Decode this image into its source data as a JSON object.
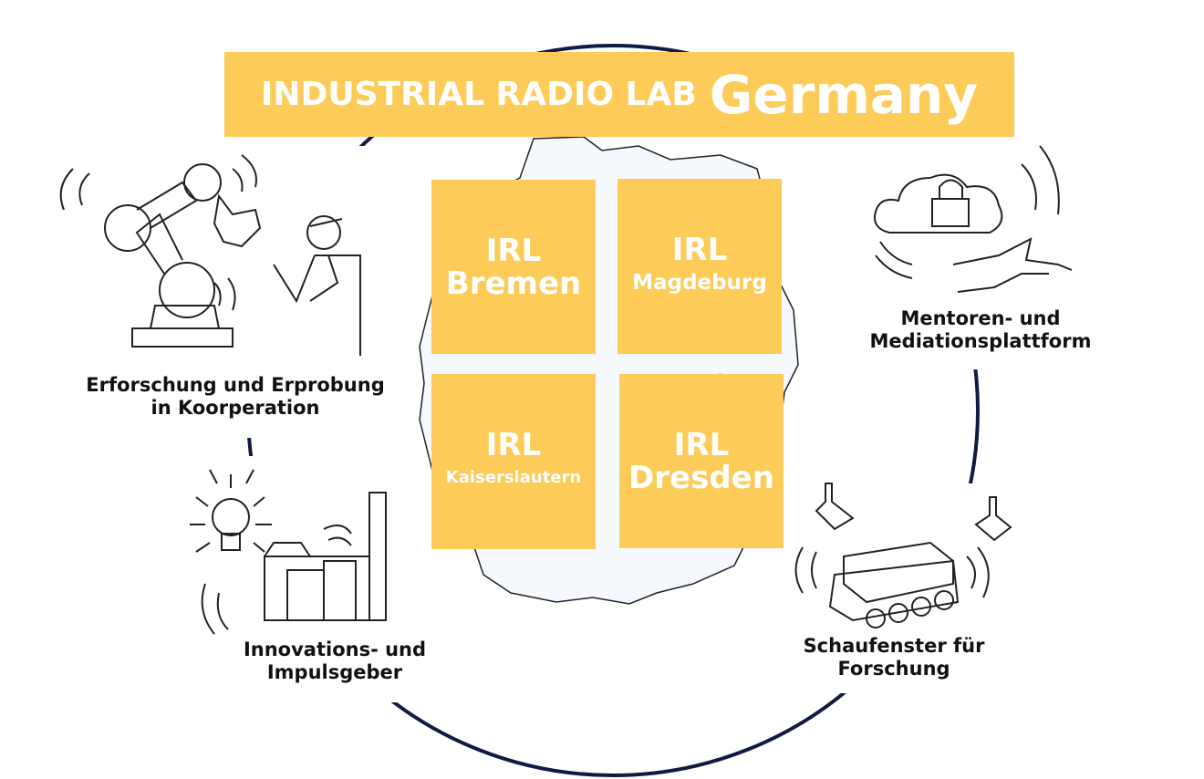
{
  "title": {
    "prefix": "INDUSTRIAL RADIO LAB",
    "main": "Germany"
  },
  "tiles": [
    {
      "line1": "IRL",
      "line2": "Bremen"
    },
    {
      "line1": "IRL",
      "line2": "Magdeburg"
    },
    {
      "line1": "IRL",
      "line2": "Kaiserslautern"
    },
    {
      "line1": "IRL",
      "line2": "Dresden"
    }
  ],
  "captions": {
    "top_left": [
      "Erforschung und Erprobung",
      "in Koorperation"
    ],
    "top_right": [
      "Mentoren- und",
      "Mediationsplattform"
    ],
    "bottom_left": [
      "Innovations- und",
      "Impulsgeber"
    ],
    "bottom_right": [
      "Schaufenster für",
      "Forschung"
    ]
  },
  "icons": {
    "top_left": "robot-arm-and-worker-icon",
    "top_right": "cloud-lock-handshake-icon",
    "bottom_left": "lightbulb-factory-icon",
    "bottom_right": "robot-vehicle-icon"
  },
  "colors": {
    "accent": "#fccb58",
    "circle": "#111a44",
    "text": "#111111"
  }
}
